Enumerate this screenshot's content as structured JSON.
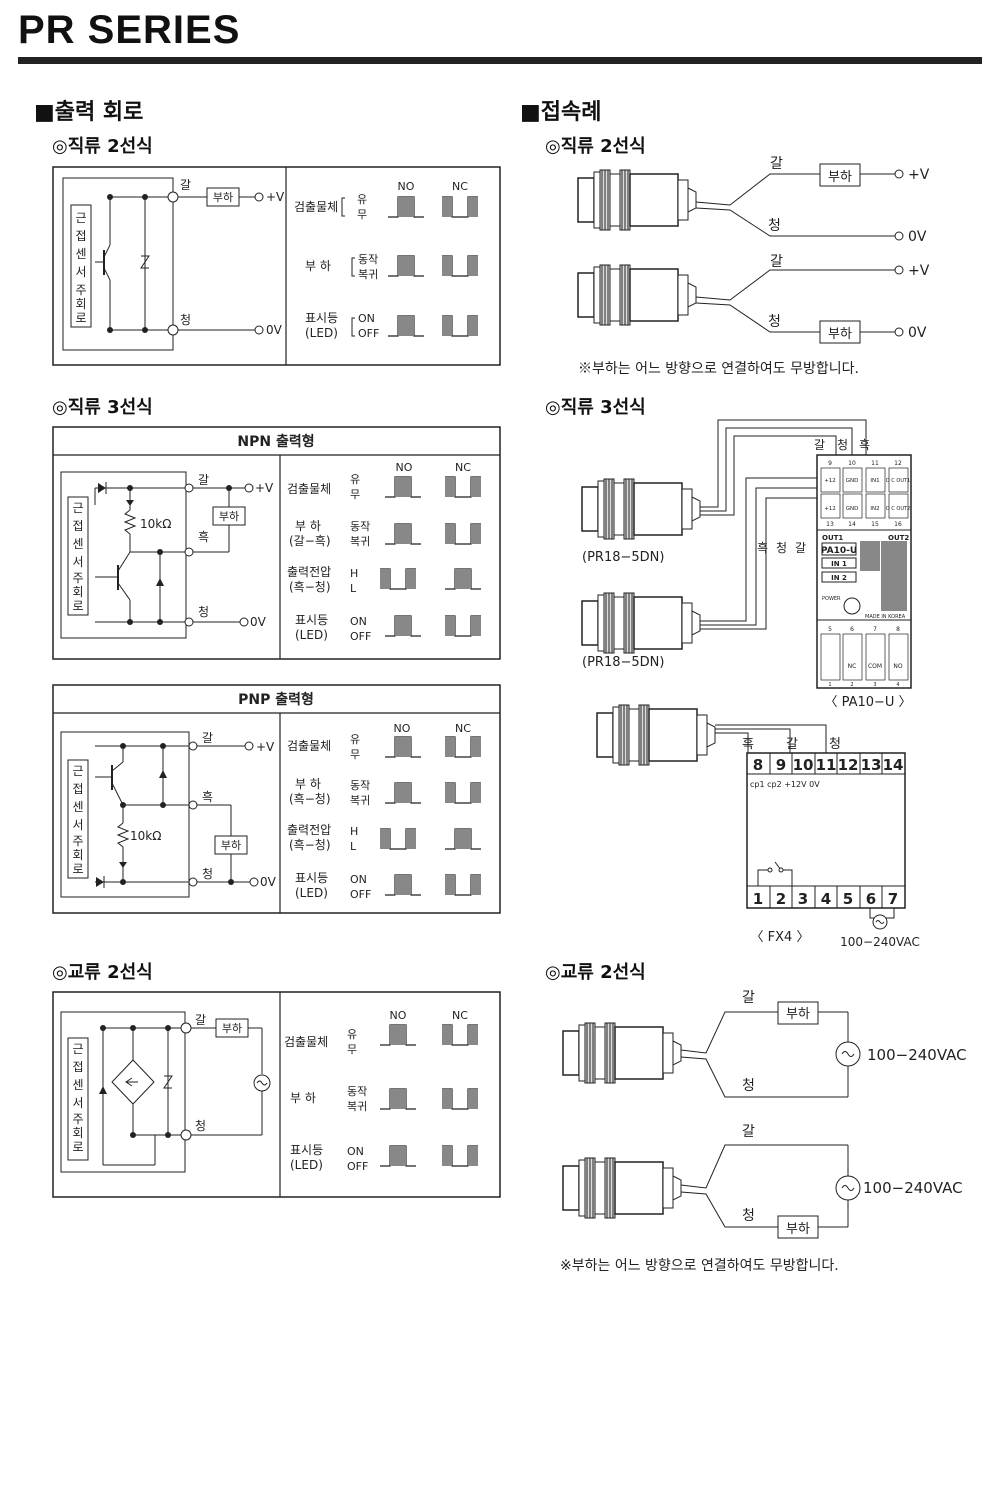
{
  "header": {
    "title": "PR SERIES"
  },
  "sections": {
    "output_circuit": "■출력 회로",
    "connection_example": "■접속례"
  },
  "subheads": {
    "dc2_left": "◎직류 2선식",
    "dc3_left": "◎직류 3선식",
    "ac2_left": "◎교류 2선식",
    "dc2_right": "◎직류 2선식",
    "dc3_right": "◎직류 3선식",
    "ac2_right": "◎교류 2선식"
  },
  "panels": {
    "npn_title": "NPN 출력형",
    "pnp_title": "PNP 출력형"
  },
  "labels": {
    "sensor_main_circuit": [
      "근",
      "접",
      "센",
      "서",
      "주",
      "회",
      "로"
    ],
    "load": "부하",
    "brown": "갈",
    "blue": "청",
    "black": "흑",
    "plus_v": "+V",
    "zero_v": "0V",
    "res_10k": "10kΩ",
    "no": "NO",
    "nc": "NC",
    "detect_obj": "검출물체",
    "yes": "유",
    "no_obj": "무",
    "load_row": "부  하",
    "load_bk": "(갈−흑)",
    "load_bk_pnp": "(흑−청)",
    "op": "동작",
    "rst": "복귀",
    "out_voltage": "출력전압",
    "out_voltage_sub": "(흑−청)",
    "h": "H",
    "l": "L",
    "indicator": "표시등",
    "led": "(LED)",
    "on": "ON",
    "off": "OFF"
  },
  "connection": {
    "note": "※부하는 어느 방향으로 연결하여도 무방합니다.",
    "model_pr18": "(PR18−5DN)",
    "pa10_model": "PA10-U",
    "pa10_caption": "〈 PA10−U 〉",
    "fx4_caption": "〈 FX4 〉",
    "supply_ac": "100−240VAC",
    "pa10_top_terms": [
      "9",
      "10",
      "11",
      "12"
    ],
    "pa10_top_labels": [
      "+12",
      "GND",
      "IN1",
      "O C OUT1"
    ],
    "pa10_mid_labels": [
      "+12",
      "GND",
      "IN2",
      "O C OUT2"
    ],
    "pa10_mid_terms": [
      "13",
      "14",
      "15",
      "16"
    ],
    "pa10_bottom_terms": [
      "5",
      "6",
      "7",
      "8"
    ],
    "pa10_bottom_labels": [
      "",
      "NC",
      "COM",
      "NO"
    ],
    "pa10_bottom_sub": [
      "1",
      "2",
      "3",
      "4"
    ],
    "pa10_out1": "OUT1",
    "pa10_out2": "OUT2",
    "pa10_in1": "IN 1",
    "pa10_in2": "IN 2",
    "pa10_power": "POWER",
    "pa10_made": "MADE IN KOREA",
    "fx4_top_terms": [
      "8",
      "9",
      "10",
      "11",
      "12",
      "13",
      "14"
    ],
    "fx4_top_sub": "cp1  cp2 +12V  0V",
    "fx4_bottom_terms": [
      "1",
      "2",
      "3",
      "4",
      "5",
      "6",
      "7"
    ]
  },
  "colors": {
    "fill_gray": "#888888",
    "line": "#222222"
  }
}
